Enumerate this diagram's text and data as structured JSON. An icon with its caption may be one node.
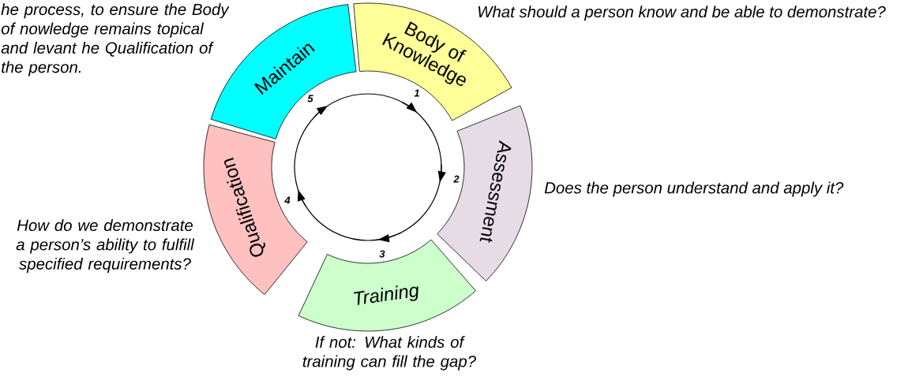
{
  "diagram": {
    "nodes": [
      {
        "text": [
          "Body of Knowledge"
        ],
        "beside": [
          "What should a person know and be able to demonstrate?"
        ]
      },
      {
        "text": [
          "Assessment"
        ],
        "beside": [
          "Does the person understand and apply it?"
        ]
      },
      {
        "text": [
          "Training"
        ],
        "beside": [
          "If not: What kinds of training can fill the gap?"
        ]
      },
      {
        "text": [
          "Qualification"
        ],
        "beside": [
          "How do we demonstrate a person’s ability to fulfill specified requirements?"
        ]
      },
      {
        "text": [
          "Maintain"
        ],
        "beside": [
          "he process, to ensure the Body of nowledge remains topical and levant he Qualification of the person."
        ]
      }
    ],
    "labels": [
      "1",
      "2",
      "3",
      "4",
      "5"
    ]
  }
}
